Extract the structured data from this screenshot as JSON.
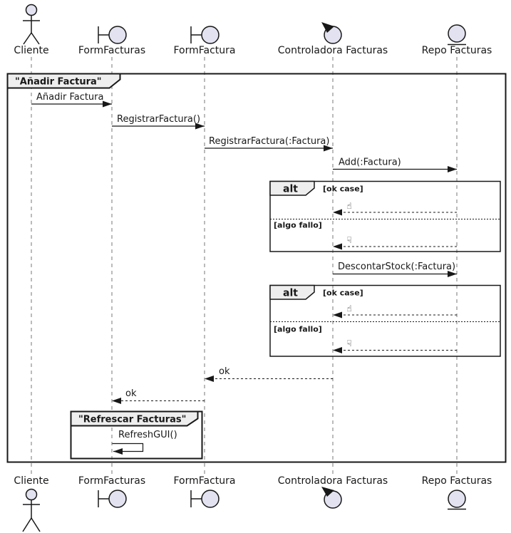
{
  "diagram_type": "uml-sequence-diagram",
  "colors": {
    "background": "#FFFFFF",
    "participant_fill": "#E2E2F0",
    "line": "#181818",
    "frame_label_bg": "#EEEEEE",
    "lifeline": "#777777"
  },
  "frames": {
    "outer": {
      "title": "\"Añadir Factura\""
    },
    "inner": {
      "title": "\"Refrescar Facturas\""
    }
  },
  "participants": [
    {
      "name": "Cliente",
      "kind": "actor",
      "icon": "actor-icon"
    },
    {
      "name": "FormFacturas",
      "kind": "boundary",
      "icon": "boundary-icon"
    },
    {
      "name": "FormFactura",
      "kind": "boundary",
      "icon": "boundary-icon"
    },
    {
      "name": "Controladora Facturas",
      "kind": "control",
      "icon": "control-icon"
    },
    {
      "name": "Repo Facturas",
      "kind": "entity",
      "icon": "entity-icon"
    }
  ],
  "messages": [
    {
      "label": "Añadir Factura",
      "from": "Cliente",
      "to": "FormFacturas",
      "kind": "sync"
    },
    {
      "label": "RegistrarFactura()",
      "from": "FormFacturas",
      "to": "FormFactura",
      "kind": "sync"
    },
    {
      "label": "RegistrarFactura(:Factura)",
      "from": "FormFactura",
      "to": "Controladora Facturas",
      "kind": "sync"
    },
    {
      "label": "Add(:Factura)",
      "from": "Controladora Facturas",
      "to": "Repo Facturas",
      "kind": "sync"
    },
    {
      "label": "☝",
      "icon": "thumbs-up-icon",
      "from": "Repo Facturas",
      "to": "Controladora Facturas",
      "kind": "return"
    },
    {
      "label": "☟",
      "icon": "thumbs-down-icon",
      "from": "Repo Facturas",
      "to": "Controladora Facturas",
      "kind": "return"
    },
    {
      "label": "DescontarStock(:Factura)",
      "from": "Controladora Facturas",
      "to": "Repo Facturas",
      "kind": "sync"
    },
    {
      "label": "☝",
      "icon": "thumbs-up-icon",
      "from": "Repo Facturas",
      "to": "Controladora Facturas",
      "kind": "return"
    },
    {
      "label": "☟",
      "icon": "thumbs-down-icon",
      "from": "Repo Facturas",
      "to": "Controladora Facturas",
      "kind": "return"
    },
    {
      "label": "ok",
      "from": "Controladora Facturas",
      "to": "FormFactura",
      "kind": "return"
    },
    {
      "label": "ok",
      "from": "FormFactura",
      "to": "FormFacturas",
      "kind": "return"
    },
    {
      "label": "RefreshGUI()",
      "from": "FormFacturas",
      "to": "FormFacturas",
      "kind": "self"
    }
  ],
  "fragments": [
    {
      "operator": "alt",
      "sections": [
        {
          "guard": "[ok case]"
        },
        {
          "guard": "[algo fallo]"
        }
      ]
    },
    {
      "operator": "alt",
      "sections": [
        {
          "guard": "[ok case]"
        },
        {
          "guard": "[algo fallo]"
        }
      ]
    }
  ]
}
